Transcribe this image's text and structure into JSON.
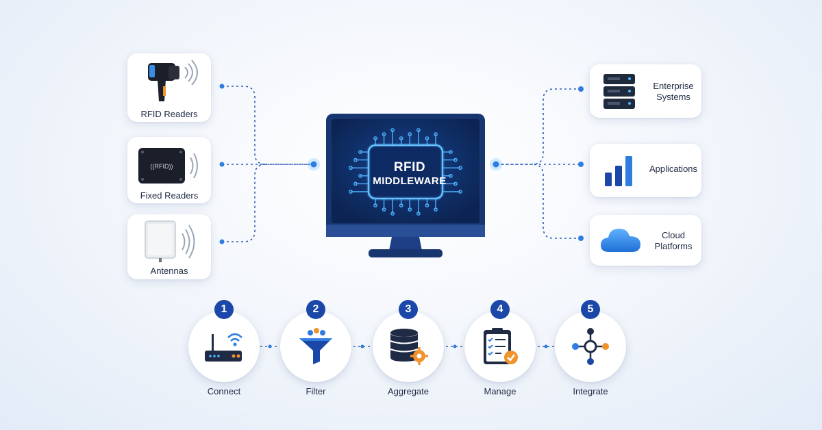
{
  "middleware": {
    "line1": "RFID",
    "line2": "MIDDLEWARE"
  },
  "inputs": [
    {
      "label": "RFID Readers",
      "icon": "handheld-rfid-reader-icon"
    },
    {
      "label": "Fixed Readers",
      "icon": "fixed-reader-icon",
      "device_text": "((RFID))"
    },
    {
      "label": "Antennas",
      "icon": "antenna-panel-icon"
    }
  ],
  "outputs": [
    {
      "label_line1": "Enterprise",
      "label_line2": "Systems",
      "icon": "server-rack-icon"
    },
    {
      "label_line1": "Applications",
      "label_line2": "",
      "icon": "bar-chart-icon"
    },
    {
      "label_line1": "Cloud",
      "label_line2": "Platforms",
      "icon": "cloud-icon"
    }
  ],
  "steps": [
    {
      "number": "1",
      "label": "Connect",
      "icon": "router-wifi-icon"
    },
    {
      "number": "2",
      "label": "Filter",
      "icon": "funnel-icon"
    },
    {
      "number": "3",
      "label": "Aggregate",
      "icon": "database-gear-icon"
    },
    {
      "number": "4",
      "label": "Manage",
      "icon": "clipboard-check-icon"
    },
    {
      "number": "5",
      "label": "Integrate",
      "icon": "hub-nodes-icon"
    }
  ],
  "colors": {
    "primary": "#1a47a8",
    "accent_blue": "#2f7de1",
    "glow": "#4fb3ff",
    "monitor_screen": "#0f2a5e",
    "orange": "#f0932b"
  }
}
